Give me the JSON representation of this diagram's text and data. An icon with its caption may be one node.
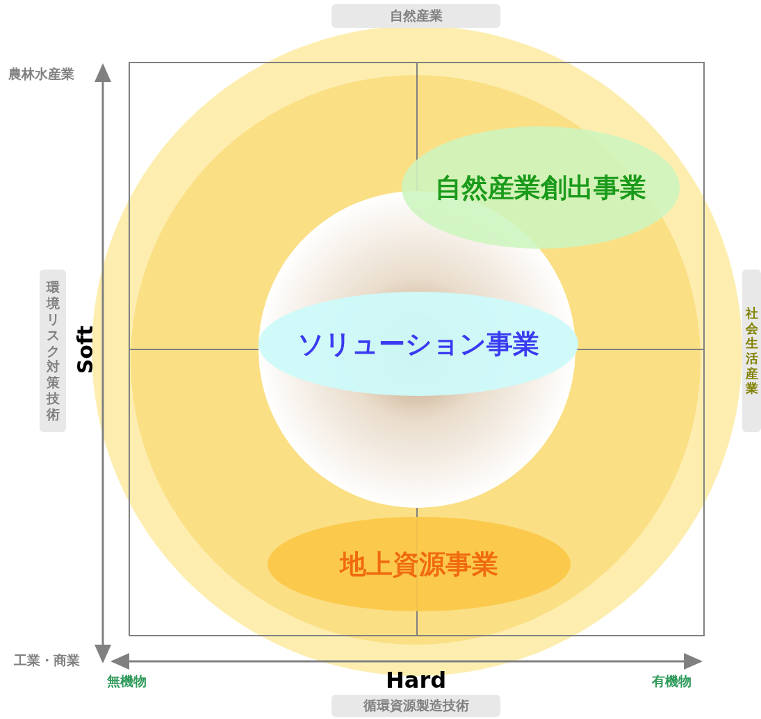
{
  "diagram": {
    "nodes": [
      {
        "text": [
          "自然産業"
        ]
      },
      {
        "text": [
          "自然産業創出事業"
        ]
      },
      {
        "text": [
          "環境リスク対策技術"
        ]
      },
      {
        "text": [
          "ソリューション事業"
        ]
      },
      {
        "text": [
          "社会生活産業"
        ]
      },
      {
        "text": [
          "地上資源事業"
        ]
      },
      {
        "text": [
          "循環資源製造技術"
        ]
      }
    ],
    "labels": [
      "農林水産業",
      "Soft",
      "工業・商業",
      "無機物",
      "Hard",
      "有機物"
    ]
  }
}
